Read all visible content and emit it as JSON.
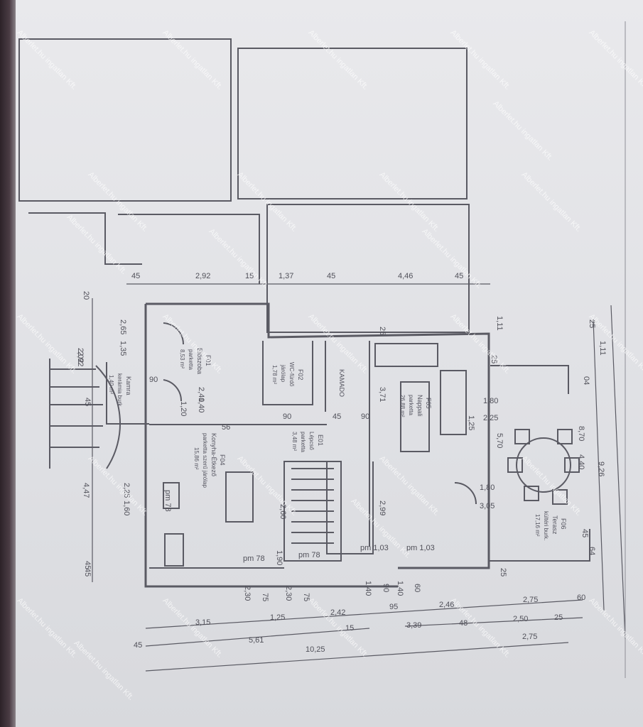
{
  "rooms": {
    "f01": {
      "code": "F01",
      "name": "Előszoba",
      "floor": "parketta",
      "area": "8,53 m²"
    },
    "f02": {
      "code": "F02",
      "name": "WC-fürdő",
      "floor": "járólap",
      "area": "1,78 m²"
    },
    "f04": {
      "code": "F04",
      "name": "Konyha-Étkező",
      "floor": "parketta szerű járólap",
      "area": "15,86 m²"
    },
    "f05": {
      "code": "F05",
      "name": "Nappali",
      "floor": "parketta",
      "area": "26,88 m²"
    },
    "e01": {
      "code": "E01",
      "name": "Lépcső",
      "floor": "parketta",
      "area": "3,48 m²"
    },
    "f06": {
      "code": "F06",
      "name": "Terasz",
      "floor": "kültéri burk.",
      "area": "17,16 m²"
    },
    "kamra": {
      "name": "Kamra",
      "floor": "kerámia burk.",
      "area": "1,40 m²"
    },
    "kamado": {
      "name": "KAMADO"
    }
  },
  "dimensions": {
    "top": [
      "45",
      "2,92",
      "15",
      "1,37",
      "45",
      "4,46",
      "45"
    ],
    "left": [
      "20",
      "2,65",
      "1,35",
      "2,02",
      "2,92",
      "45",
      "45",
      "4,47",
      "45"
    ],
    "center": [
      "1,40",
      "2,40",
      "56",
      "90",
      "45",
      "90",
      "2,25",
      "1,60",
      "3,71",
      "2,99",
      "25"
    ],
    "right": [
      "1,11",
      "25",
      "1,11",
      "04",
      "25",
      "1,80",
      "2,25",
      "5,70",
      "4,40",
      "8,70",
      "9,26",
      "1,80",
      "3,05",
      "64",
      "45",
      "25"
    ],
    "bottom_chain1": [
      "3,15",
      "1,25",
      "2,42",
      "95",
      "2,46",
      "2,75",
      "60"
    ],
    "bottom_chain2": [
      "5,61",
      "15",
      "3,39",
      "48",
      "2,50",
      "25"
    ],
    "bottom_chain3": [
      "45",
      "10,25",
      "2,75"
    ],
    "bottom_small": [
      "2,30",
      "75",
      "2,30",
      "75",
      "1,40",
      "90",
      "1,40",
      "60"
    ],
    "pm": [
      "pm 78",
      "pm 78",
      "pm 78",
      "pm 1,03",
      "pm 1,03"
    ],
    "misc": [
      "90",
      "1,20",
      "2,60",
      "1,90",
      "1,25"
    ]
  },
  "watermark": "Alberlet.hu ingatlan Kft.",
  "colors": {
    "paper": "#e6e6ea",
    "ink": "#4f4f58",
    "wall": "#6a6a72"
  }
}
